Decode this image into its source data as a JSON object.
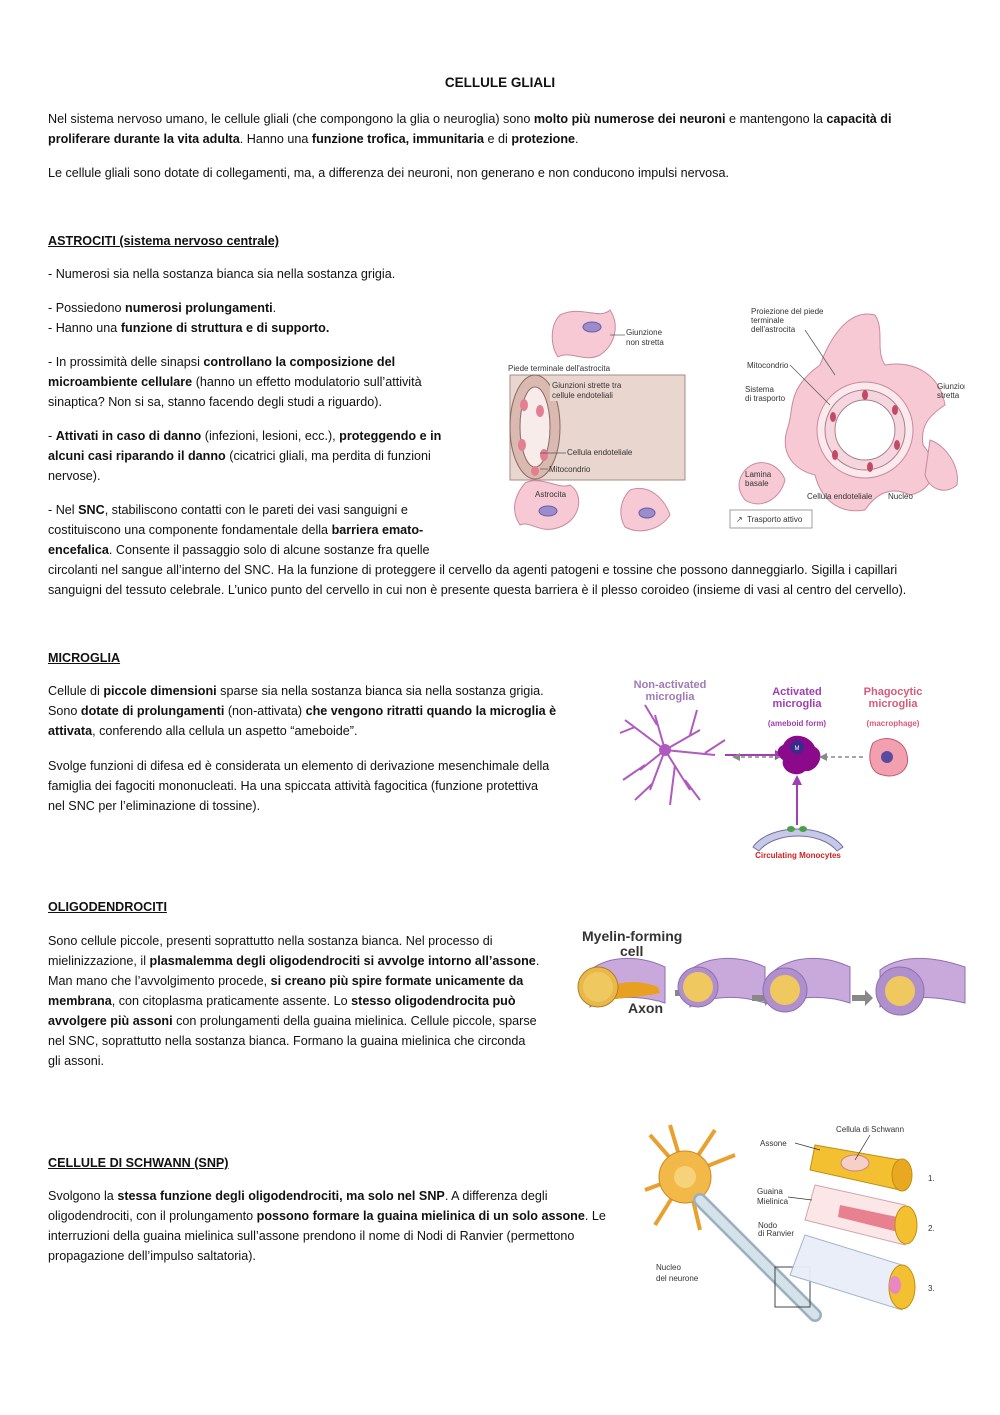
{
  "title": "CELLULE GLIALI",
  "intro": {
    "p1": {
      "a": "Nel sistema nervoso umano, le cellule gliali (che compongono la glia o neuroglia) sono ",
      "b": "molto più numerose dei neuroni",
      "c": " e mantengono la ",
      "d": "capacità di",
      "e": "proliferare durante la vita adulta",
      "f": ". Hanno una ",
      "g": "funzione trofica, immunitaria",
      "h": " e di ",
      "i": "protezione",
      "j": "."
    },
    "p2": "Le cellule gliali sono dotate di collegamenti, ma, a differenza dei neuroni, non generano e non conducono impulsi nervosa."
  },
  "astrociti": {
    "heading": "ASTROCITI (sistema nervoso centrale)",
    "b1": "- Numerosi sia nella sostanza bianca sia nella sostanza grigia.",
    "b2": {
      "a": "- Possiedono ",
      "b": "numerosi prolungamenti",
      "c": "."
    },
    "b3": {
      "a": "- Hanno una ",
      "b": "funzione di struttura e di supporto."
    },
    "b4": {
      "a": "- In prossimità delle sinapsi ",
      "b": "controllano la composizione del",
      "c": "microambiente cellulare",
      "d": " (hanno un effetto modulatorio sull’attività",
      "e": "sinaptica? Non si sa, stanno facendo degli studi a riguardo)."
    },
    "b5": {
      "a": "-  ",
      "b": "Attivati in caso di danno",
      "c": " (infezioni, lesioni, ecc.), ",
      "d": "proteggendo e in",
      "e": "alcuni casi riparando il danno",
      "f": " (cicatrici gliali, ma perdita di funzioni",
      "g": "nervose)."
    },
    "b6": {
      "a": "-  Nel ",
      "b": "SNC",
      "c": ", stabiliscono contatti con le pareti dei vasi sanguigni e",
      "d": "costituiscono una componente fondamentale della ",
      "e": "barriera emato-",
      "f": "encefalica",
      "g": ". Consente il passaggio solo di alcune sostanze fra quelle",
      "h": "circolanti nel sangue all’interno del SNC. Ha la funzione di proteggere il cervello da agenti patogeni e tossine che possono danneggiarlo. Sigilla i capillari",
      "i": "sanguigni del tessuto celebrale. L’unico punto del cervello in cui non è presente questa barriera è il plesso coroideo (insieme di vasi al centro del cervello)."
    },
    "fig": {
      "l1": "Giunzione",
      "l1b": "non stretta",
      "l2": "Piede terminale dell'astrocita",
      "l3": "Giunzioni strette tra",
      "l3b": "cellule endoteliali",
      "l4": "Cellula endoteliale",
      "l5": "Mitocondrio",
      "l6": "Astrocita",
      "r1": "Proiezione del piede",
      "r1b": "terminale",
      "r1c": "dell'astrocita",
      "r2": "Mitocondrio",
      "r3": "Sistema",
      "r3b": "di trasporto",
      "r4": "Giunzione",
      "r4b": "stretta",
      "r5": "Lamina",
      "r5b": "basale",
      "r6": "Cellula endoteliale",
      "r7": "Nucleo",
      "legend": "Trasporto attivo"
    }
  },
  "microglia": {
    "heading": "MICROGLIA",
    "p1": {
      "a": "Cellule di ",
      "b": "piccole dimensioni",
      "c": " sparse sia nella sostanza bianca sia nella sostanza grigia.",
      "d": "Sono ",
      "e": "dotate di prolungamenti",
      "f": " (non-attivata) ",
      "g": "che vengono ritratti quando la microglia è",
      "h": "attivata",
      "i": ", conferendo alla cellula un aspetto “ameboide”."
    },
    "p2": {
      "a": "Svolge funzioni di difesa ed è considerata un elemento di derivazione mesenchimale della",
      "b": "famiglia dei fagociti mononucleati. Ha una spiccata attività fagocitica (funzione protettiva",
      "c": "nel SNC per l’eliminazione di tossine)."
    },
    "fig": {
      "na1": "Non-activated",
      "na2": "microglia",
      "ac1": "Activated",
      "ac2": "microglia",
      "ac3": "(ameboid form)",
      "ph1": "Phagocytic",
      "ph2": "microglia",
      "ph3": "(macrophage)",
      "m": "M",
      "mono": "Circulating Monocytes"
    }
  },
  "oligo": {
    "heading": "OLIGODENDROCITI",
    "p": {
      "a": "Sono cellule piccole, presenti soprattutto nella sostanza bianca. Nel processo di",
      "b": "mielinizzazione, il ",
      "c": "plasmalemma degli oligodendrociti si avvolge intorno all’assone",
      "d": ".",
      "e": "Man mano che l’avvolgimento procede, ",
      "f": "si creano più spire formate unicamente da",
      "g": "membrana",
      "h": ", con citoplasma praticamente assente. Lo ",
      "i": "stesso oligodendrocita può",
      "j": "avvolgere più assoni",
      "k": " con prolungamenti della guaina mielinica. Cellule piccole, sparse",
      "l": "nel SNC, soprattutto nella sostanza bianca. Formano la guaina mielinica che circonda",
      "m": "gli assoni."
    },
    "fig": {
      "t1": "Myelin-forming",
      "t2": "cell",
      "axon": "Axon"
    }
  },
  "schwann": {
    "heading": "CELLULE DI SCHWANN (SNP)",
    "p": {
      "a": "Svolgono la ",
      "b": "stessa funzione degli oligodendrociti, ma solo nel SNP",
      "c": ". A differenza degli",
      "d": "oligodendrociti, con il prolungamento ",
      "e": "possono formare la guaina mielinica di un solo assone",
      "f": ". Le",
      "g": "interruzioni della guaina mielinica sull’assone prendono il nome di Nodi di Ranvier (permettono",
      "h": "propagazione dell’impulso saltatoria)."
    },
    "fig": {
      "schwann": "Cellula di Schwann",
      "assone": "Assone",
      "guaina1": "Guaina",
      "guaina2": "Mielinica",
      "nodo1": "Nodo",
      "nodo2": "di Ranvier",
      "nucleo1": "Nucleo",
      "nucleo2": "del neurone",
      "n1": "1.",
      "n2": "2.",
      "n3": "3."
    }
  }
}
